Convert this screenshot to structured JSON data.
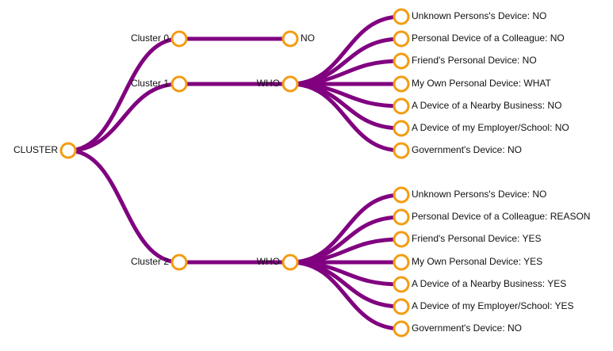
{
  "colors": {
    "link": "#800080",
    "node_stroke": "#f39c12"
  },
  "tree": {
    "root": {
      "label": "CLUSTER"
    },
    "clusters": [
      {
        "label": "Cluster 0",
        "answer": {
          "label": "NO"
        }
      },
      {
        "label": "Cluster 1",
        "answer": {
          "label": "WHO",
          "leaves": [
            "Unknown Persons's Device: NO",
            "Personal Device of a Colleague: NO",
            "Friend's Personal Device: NO",
            "My Own Personal Device: WHAT",
            "A Device of a Nearby Business: NO",
            "A Device of my Employer/School: NO",
            "Government's Device: NO"
          ]
        }
      },
      {
        "label": "Cluster 2",
        "answer": {
          "label": "WHO",
          "leaves": [
            "Unknown Persons's Device: NO",
            "Personal Device of a Colleague: REASON",
            "Friend's Personal Device: YES",
            "My Own Personal Device: YES",
            "A Device of a Nearby Business: YES",
            "A Device of my Employer/School: YES",
            "Government's Device: NO"
          ]
        }
      }
    ]
  }
}
